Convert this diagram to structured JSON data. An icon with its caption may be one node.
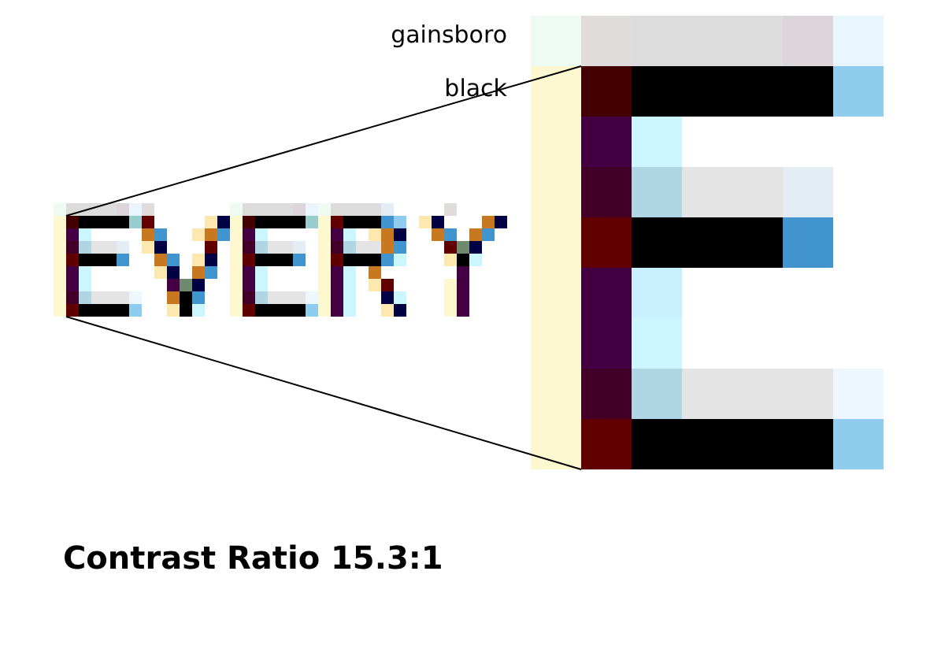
{
  "diagram": {
    "caption": "Contrast Ratio 15.3:1",
    "nodes": [
      {
        "text": [],
        "shape": "picture"
      },
      {
        "text": [],
        "shape": "picture"
      }
    ],
    "edges": [
      {
        "from": 0,
        "to": 1,
        "arrow": "none"
      },
      {
        "from": 0,
        "to": 1,
        "arrow": "none"
      }
    ],
    "labels": [
      "gainsboro",
      "black"
    ]
  }
}
